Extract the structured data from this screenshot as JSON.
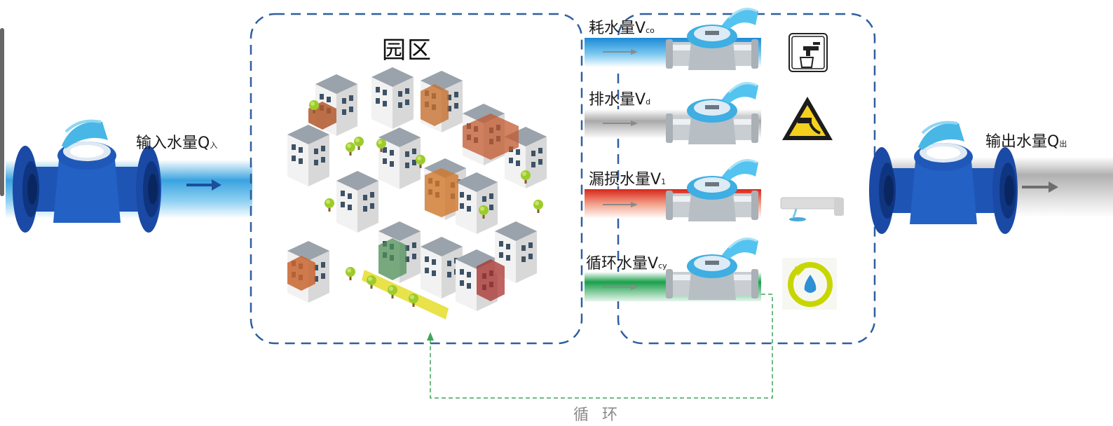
{
  "park": {
    "title": "园区"
  },
  "input": {
    "label": "输入水量Q",
    "sub": "入"
  },
  "output": {
    "label": "输出水量Q",
    "sub": "出"
  },
  "branches": [
    {
      "label": "耗水量V",
      "sub": "co",
      "color": "#1e8fd8"
    },
    {
      "label": "排水量V",
      "sub": "d",
      "color": "#9a9a9a"
    },
    {
      "label": "漏损水量V",
      "sub": "1",
      "color": "#e0261b"
    },
    {
      "label": "循环水量V",
      "sub": "cy",
      "color": "#1aa04a"
    }
  ],
  "loop": {
    "label": "循 环"
  },
  "icons": {
    "input_meter": "water-meter-icon",
    "output_meter": "water-meter-icon",
    "consumption": "faucet-icon",
    "drainage": "drain-warning-icon",
    "leakage": "leaking-pipe-icon",
    "recycle": "recycle-water-icon"
  },
  "colors": {
    "dashed_box": "#2f5f9e",
    "loop_line": "#3fa65a",
    "meter_body": "#1f56b4",
    "meter_cap": "#3fb4e6"
  }
}
